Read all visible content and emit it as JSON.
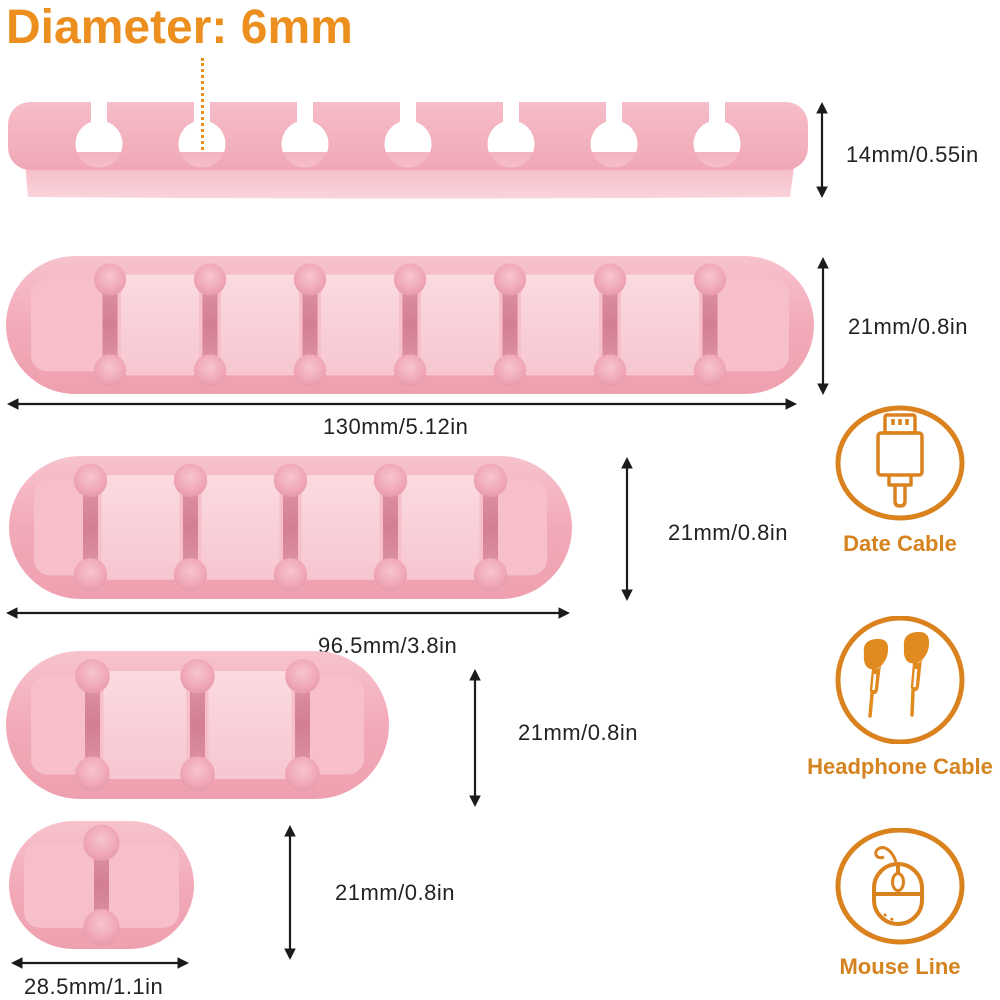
{
  "heading": {
    "text": "Diameter: 6mm"
  },
  "clips": [
    {
      "name": "7-slot cable clip (side view with keyholes)",
      "slots": 7,
      "dims": {
        "height": "14mm/0.55in"
      }
    },
    {
      "name": "7-slot cable clip (top view)",
      "slots": 7,
      "dims": {
        "height": "21mm/0.8in",
        "width": "130mm/5.12in"
      }
    },
    {
      "name": "5-slot cable clip (top view)",
      "slots": 5,
      "dims": {
        "height": "21mm/0.8in",
        "width": "96.5mm/3.8in"
      }
    },
    {
      "name": "3-slot cable clip (top view)",
      "slots": 3,
      "dims": {
        "height": "21mm/0.8in"
      }
    },
    {
      "name": "1-slot cable clip (top view)",
      "slots": 1,
      "dims": {
        "height": "21mm/0.8in",
        "width": "28.5mm/1.1in"
      }
    }
  ],
  "legend": [
    {
      "icon": "usb-cable-icon",
      "label": "Date Cable"
    },
    {
      "icon": "earbuds-icon",
      "label": "Headphone Cable"
    },
    {
      "icon": "mouse-icon",
      "label": "Mouse Line"
    }
  ],
  "colors": {
    "accent_orange": "#EC8F1E",
    "legend_orange": "#D5831E",
    "clip_pink": "#F2AAB8",
    "dimension_text": "#222222"
  }
}
